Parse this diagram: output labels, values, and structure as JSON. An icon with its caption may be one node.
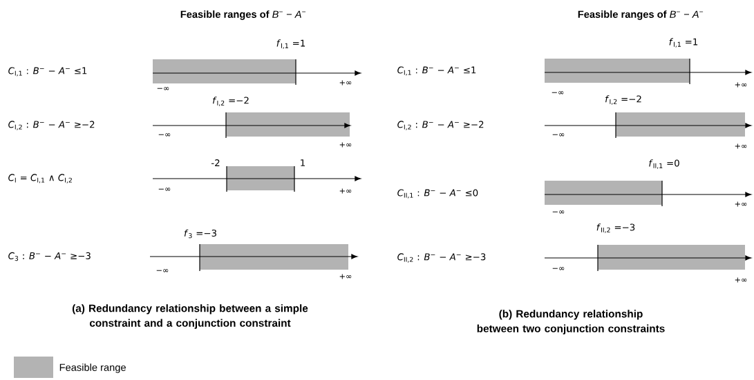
{
  "diagram": {
    "labels": [
      "**Feasible ranges of** *B*$^{−}$ − *A*$^{−}$",
      "*f*$_{I,1}$ =1",
      "*C*$_{I,1}$ : *B*$^{−}$ − *A*$^{−}$ ≤1",
      "−∞",
      "+∞",
      "*f*$_{I,2}$ =−2",
      "*C*$_{I,2}$ : *B*$^{−}$ − *A*$^{−}$ ≥−2",
      "−∞",
      "+∞",
      "-2",
      "1",
      "*C*$_{I}$ = *C*$_{I,1}$ ∧ *C*$_{I,2}$",
      "−∞",
      "+∞",
      "*f*$_{3}$ =−3",
      "*C*$_{3}$ : *B*$^{−}$ − *A*$^{−}$ ≥−3",
      "−∞",
      "+∞",
      "(a) Redundancy relationship between a simple constraint and a conjunction constraint",
      "**Feasible ranges of** *B*$^{−}$ − *A*$^{−}$",
      "*f*$_{I,1}$ =1",
      "*C*$_{I,1}$ : *B*$^{−}$ − *A*$^{−}$ ≤1",
      "−∞",
      "+∞",
      "*f*$_{I,2}$ =−2",
      "*C*$_{I,2}$ : *B*$^{−}$ − *A*$^{−}$ ≥−2",
      "−∞",
      "+∞",
      "*f*$_{II,1}$ =0",
      "*C*$_{II,1}$ : *B*$^{−}$ − *A*$^{−}$ ≤0",
      "−∞",
      "+∞",
      "*f*$_{II,2}$ =−3",
      "*C*$_{II,2}$ : *B*$^{−}$ − *A*$^{−}$ ≥−3",
      "−∞",
      "+∞",
      "(b) Redundancy relationship between two conjunction constraints"
    ],
    "legend": [
      {
        "text": "Feasible range",
        "color": "#b3b3b3"
      }
    ]
  }
}
